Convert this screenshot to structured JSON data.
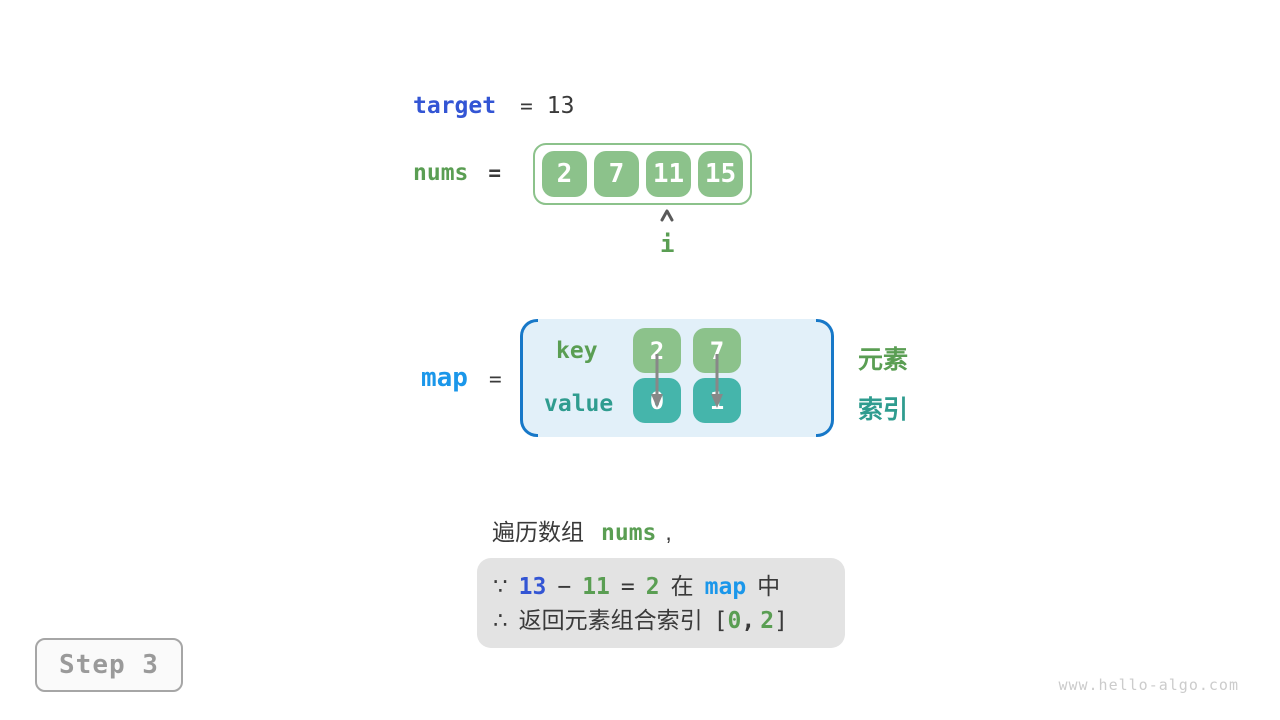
{
  "target_row": {
    "label": "target",
    "equals": "=",
    "value": "13"
  },
  "nums_row": {
    "label": "nums",
    "equals": "=",
    "cells": [
      "2",
      "7",
      "11",
      "15"
    ],
    "pointer_label": "i",
    "pointer_index": 2
  },
  "map_row": {
    "label": "map",
    "equals": "=",
    "key_label": "key",
    "value_label": "value",
    "entries": [
      {
        "key": "2",
        "value": "0"
      },
      {
        "key": "7",
        "value": "1"
      }
    ],
    "element_label": "元素",
    "index_label": "索引"
  },
  "caption": {
    "prefix": "遍历数组",
    "code": "nums",
    "suffix": ","
  },
  "conclusion": {
    "line1": {
      "because": "∵",
      "target_value": "13",
      "minus": "−",
      "current_value": "11",
      "equals": "=",
      "diff_value": "2",
      "in_prefix": "在",
      "map_name": "map",
      "in_suffix": "中"
    },
    "line2": {
      "therefore": "∴",
      "text": "返回元素组合索引",
      "bracket_open": "[",
      "index1": "0",
      "comma": ",",
      "index2": "2",
      "bracket_close": "]"
    }
  },
  "step_badge": "Step 3",
  "watermark": "www.hello-algo.com",
  "colors": {
    "accent_blue_royal": "#3355d4",
    "accent_blue_bright": "#1b97ea",
    "map_bracket_blue": "#1778c8",
    "map_background": "#e2f0f9",
    "green_fill": "#8cc28b",
    "teal_fill": "#45b5ab",
    "green_text": "#5a9e53",
    "teal_text": "#2f9c8f",
    "note_background": "#e3e3e3",
    "text_dark": "#3a3a3a",
    "step_gray": "#9a9a9a",
    "watermark_gray": "#cccccc",
    "arrow_gray": "#888888"
  }
}
